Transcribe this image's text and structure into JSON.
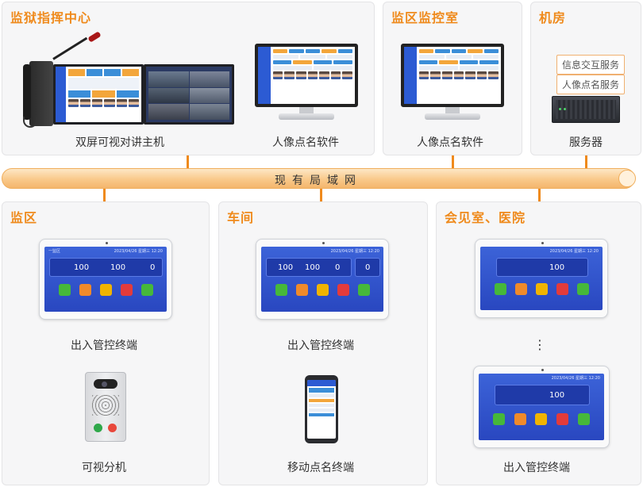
{
  "panels": {
    "command_center": {
      "title": "监狱指挥中心"
    },
    "monitor_room": {
      "title": "监区监控室"
    },
    "machine_room": {
      "title": "机房"
    },
    "prison_area": {
      "title": "监区"
    },
    "workshop": {
      "title": "车间"
    },
    "meeting_hospital": {
      "title": "会见室、医院"
    }
  },
  "devices": {
    "dual_screen_host": "双屏可视对讲主机",
    "portrait_software_1": "人像点名软件",
    "portrait_software_2": "人像点名软件",
    "server": "服务器",
    "access_terminal_1": "出入管控终端",
    "video_extension": "可视分机",
    "access_terminal_2": "出入管控终端",
    "mobile_terminal": "移动点名终端",
    "access_terminal_3": "出入管控终端"
  },
  "services": [
    "信息交互服务",
    "人像点名服务"
  ],
  "network": {
    "label": "现有局域网"
  },
  "tablet_screens": {
    "area": {
      "left": "一监区",
      "right": "2023/04/26 星期三 12:20",
      "stats": [
        "100",
        "100",
        "0"
      ]
    },
    "workshop": {
      "right": "2023/04/26 星期三 12:20",
      "stats": [
        "100",
        "100",
        "0",
        "0"
      ]
    },
    "meeting_1": {
      "right": "2023/04/26 星期三 12:20",
      "stats": [
        "100"
      ]
    },
    "meeting_2": {
      "right": "2023/04/26 星期三 12:20",
      "stats": [
        "100"
      ]
    }
  },
  "ellipsis": "⋮",
  "colors": {
    "accent": "#ef8a1c",
    "screen_blue": "#2f4fcc",
    "panel_bg": "#f6f6f7"
  }
}
